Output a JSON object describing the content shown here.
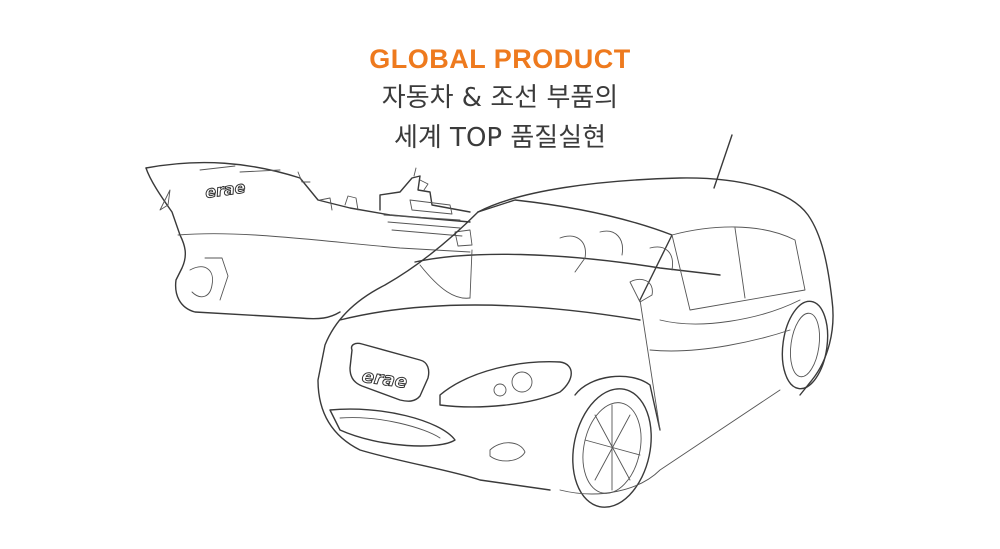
{
  "header": {
    "eyebrow": "GLOBAL PRODUCT",
    "title_line1": "자동차 & 조선 부품의",
    "title_line2": "세계 TOP 품질실현"
  },
  "logos": {
    "ship": "erae",
    "car": "erae"
  },
  "colors": {
    "accent": "#ee7a1e",
    "line": "#3a3a3a"
  }
}
